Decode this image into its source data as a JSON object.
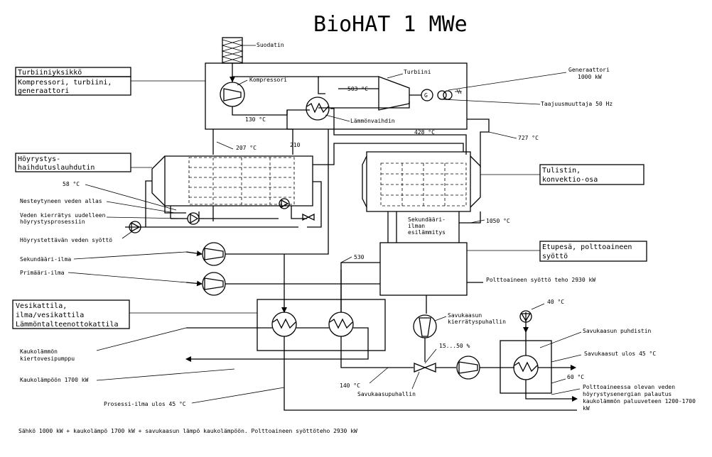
{
  "title": "BioHAT 1 MWe",
  "labels": {
    "suodatin": "Suodatin",
    "kompressori": "Kompressori",
    "turbiini": "Turbiini",
    "generaattori": [
      "Generaattori",
      "1000 kW"
    ],
    "taajuusmuuttaja": "Taajuusmuuttaja 50 Hz",
    "t503": "503 °C",
    "t130": "130 °C",
    "lammonvaihdin": "Lämmönvaihdin",
    "t428": "428 °C",
    "t727": "727 °C",
    "t207": "207 °C",
    "t210": "210",
    "t58": "58 °C",
    "nesteytyneen": "Nesteytyneen veden allas",
    "veden_kierratys": [
      "Veden kierrätys uudelleen",
      "höyrystysprosessiin"
    ],
    "hoyrystettavan": "Höyrystettävän veden syöttö",
    "sekundaari_ilma": "Sekundääri-ilma",
    "primaari_ilma": "Primääri-ilma",
    "sekundaari_esilammitys": [
      "Sekundääri-",
      "ilman",
      "esilämmitys"
    ],
    "t1050": "1050 °C",
    "t530": "530",
    "polttoaine_teho": "Polttoaineen syöttö teho 2930 kW",
    "t40": "40 °C",
    "savukaasun_kierratys": [
      "Savukaasun",
      "kierrätyspuhallin"
    ],
    "savukaasun_puhdistin": "Savukaasun puhdistin",
    "savukaasut_ulos": "Savukaasut ulos 45 °C",
    "pct": "15...50 %",
    "t60": "60 °C",
    "kaukolammon_kierto": [
      "Kaukolämmön",
      "kiertovesipumppu"
    ],
    "kaukolampoon": "Kaukolämpöön 1700 kW",
    "t140": "140 °C",
    "savukaasupuhallin": "Savukaasupuhallin",
    "prosessi_ilma": "Prosessi-ilma ulos 45 °C",
    "polttoaineessa": [
      "Polttoaineessa olevan veden",
      "höyrystysenergian palautus",
      "kaukolämmön paluuveteen 1200-1700",
      "kW"
    ]
  },
  "boxes": {
    "turbiiniyksikko": [
      "Turbiiniyksikkö",
      "Kompressori, turbiini,",
      "generaattori"
    ],
    "hoyrystys": [
      "Höyrystys-",
      "haihdutuslauhdutin"
    ],
    "tulistin": [
      "Tulistin,",
      "konvektio-osa"
    ],
    "etupesa": [
      "Etupesä, polttoaineen",
      "syöttö"
    ],
    "vesikattila": [
      "Vesikattila,",
      "ilma/vesikattila",
      "Lämmöntalteenottokattila"
    ]
  },
  "footer": "Sähkö 1000 kW + kaukolämpö 1700 kW + savukaasun lämpö kaukolämpöön. Polttoaineen syöttöteho 2930 kW"
}
